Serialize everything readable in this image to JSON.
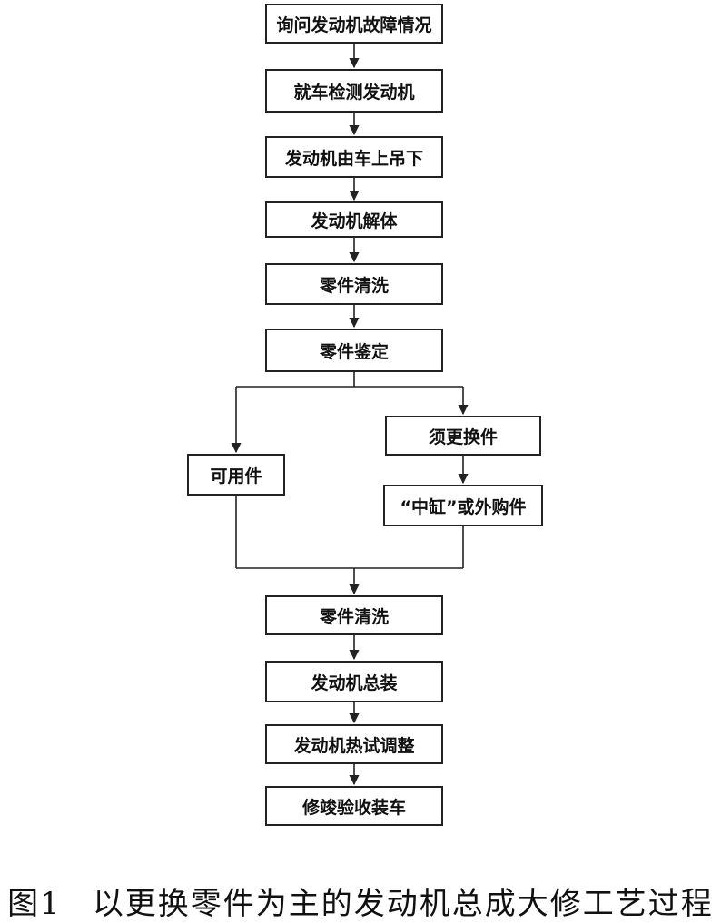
{
  "steps": {
    "s1": "询问发动机故障情况",
    "s2": "就车检测发动机",
    "s3": "发动机由车上吊下",
    "s4": "发动机解体",
    "s5": "零件清洗",
    "s6": "零件鉴定",
    "usable": "可用件",
    "replace": "须更换件",
    "purchase": "“中缸”或外购件",
    "s7": "零件清洗",
    "s8": "发动机总装",
    "s9": "发动机热试调整",
    "s10": "修竣验收装车"
  },
  "caption": {
    "number": "图1",
    "text": "以更换零件为主的发动机总成大修工艺过程"
  }
}
